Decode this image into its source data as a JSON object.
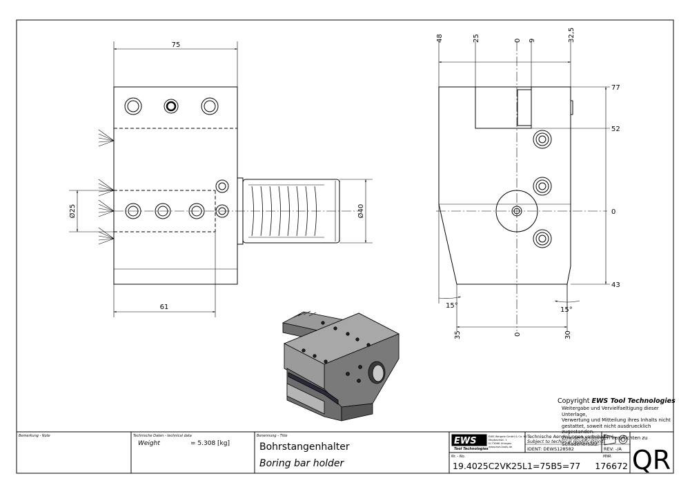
{
  "drawing": {
    "front_dims": {
      "width_top": "75",
      "width_bottom": "61",
      "dia_small": "Ø25",
      "dia_large": "Ø40"
    },
    "side_dims": {
      "top_labels": [
        "48",
        "25",
        "0",
        "9",
        "32,5"
      ],
      "right_labels": [
        "77",
        "52",
        "0",
        "43"
      ],
      "bottom_labels": [
        "35",
        "0",
        "30"
      ],
      "angle_left": "15°",
      "angle_right": "15°"
    }
  },
  "copyright": {
    "title_prefix": "Copyright ",
    "title_brand": "EWS Tool Technologies",
    "body": [
      "Weitergabe und Vervielfaeltigung dieser Unterlage,",
      "Verwertung und Mitteilung ihres Inhalts nicht",
      "gestattet, soweit nicht ausdruecklich zugestanden.",
      "Zuwiderhandlungen verpflichten zu Schadenersatz."
    ]
  },
  "title_block": {
    "remark_label": "Bemerkung - Note",
    "techdata_label": "Technische Daten - technical data",
    "weight_label": "Weight",
    "weight_value": "= 5.308 [kg]",
    "title_label": "Benennung - Title",
    "title_de": "Bohrstangenhalter",
    "title_en": "Boring bar holder",
    "logo": "EWS",
    "logo_sub": "Tool Technologies",
    "company_lines": [
      "EWS Weigele GmbH & Co. KG",
      "Maybachstr. 1",
      "D-73066 Uhingen",
      "www.ews-tools.de"
    ],
    "change_note_de": "Technische Aenderungen vorbehalten!",
    "change_note_en": "Subject to technical modifications!",
    "ident": "IDENT: DEWS128582",
    "rev": "REV: -/A",
    "nr_label": "Nr. - No.",
    "part_no": "19.4025C2VK25L1=75B5=77",
    "mnr_label": "MNR.",
    "mnr": "176672",
    "qr": "QR"
  }
}
